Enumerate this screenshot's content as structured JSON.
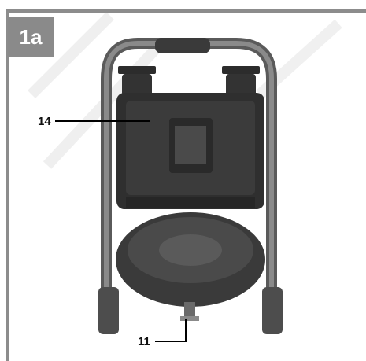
{
  "figure": {
    "badge": "1a",
    "callouts": [
      {
        "number": "14"
      },
      {
        "number": "11"
      }
    ]
  }
}
